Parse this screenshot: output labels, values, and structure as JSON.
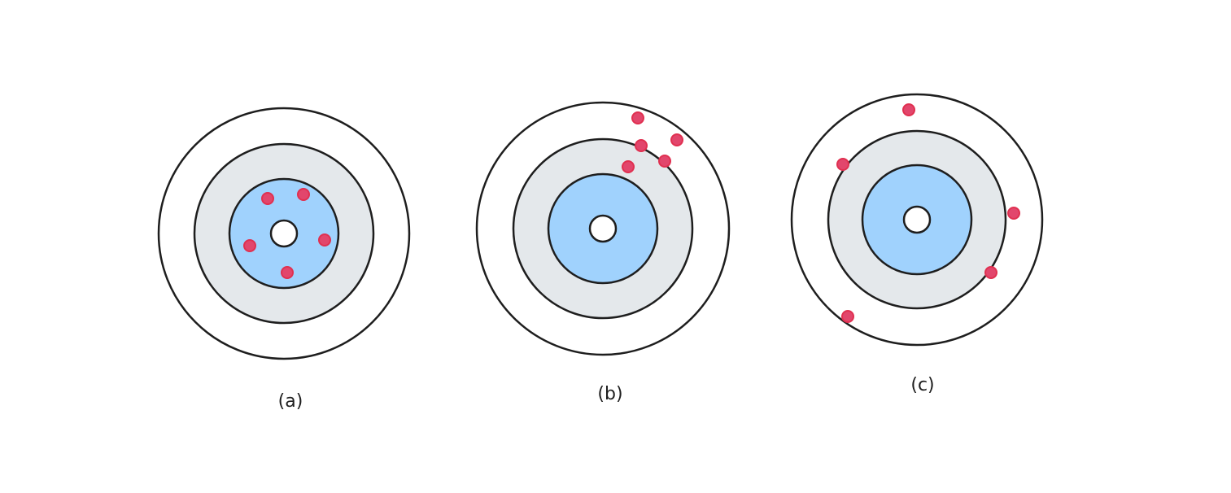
{
  "colors": {
    "outer_ring": "#ffffff",
    "middle_ring": "#e4e8eb",
    "inner_ring": "#a0d2fd",
    "bullseye": "#ffffff",
    "hit": "#e2466c",
    "stroke": "#1e1e1e"
  },
  "targets": [
    {
      "label": "(a)",
      "description_hits": 5
    },
    {
      "label": "(b)",
      "description_hits": 5
    },
    {
      "label": "(c)",
      "description_hits": 5
    }
  ]
}
